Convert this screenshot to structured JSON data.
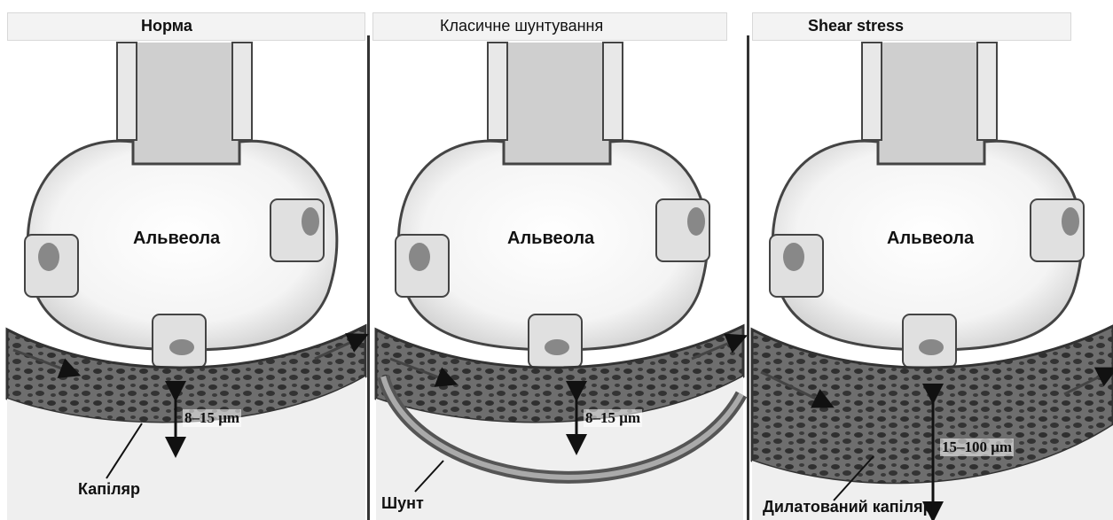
{
  "panels": [
    {
      "title": "Норма",
      "alveolus_label": "Альвеола",
      "measurement": "8–15 μm",
      "callout": "Капіляр"
    },
    {
      "title": "Класичне шунтування",
      "alveolus_label": "Альвеола",
      "measurement": "8–15 μm",
      "callout": "Шунт"
    },
    {
      "title": "Shear stress",
      "alveolus_label": "Альвеола",
      "measurement": "15–100 μm",
      "callout": "Дилатований капіляр"
    }
  ]
}
